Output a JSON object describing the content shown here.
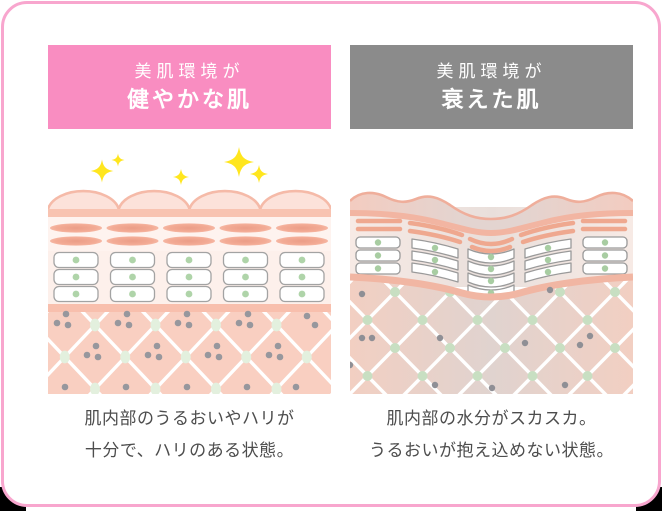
{
  "card": {
    "type": "skin-condition-comparison-infographic",
    "border_color": "#f8a6ce",
    "background_color": "#ffffff"
  },
  "columns": [
    {
      "id": "healthy-skin",
      "header": {
        "line1": "美肌環境が",
        "line2": "健やかな肌"
      },
      "header_bg_color": "#f98dc1",
      "header_text_color": "#ffffff",
      "caption": {
        "line1": "肌内部のうるおいやハリが",
        "line2": "十分で、ハリのある状態。"
      },
      "illustration": "skin cross-section, smooth plump surface with sparkles, dense moisture cells and collagen lattice"
    },
    {
      "id": "weakened-skin",
      "header": {
        "line1": "美肌環境が",
        "line2": "衰えた肌"
      },
      "header_bg_color": "#8b8b8b",
      "header_text_color": "#ffffff",
      "caption": {
        "line1": "肌内部の水分がスカスカ。",
        "line2": "うるおいが抱え込めない状態。"
      },
      "illustration": "skin cross-section, sagging collapsed surface, warped cells, sparse moisture in lattice"
    }
  ],
  "colors": {
    "sparkle_yellow": "#ffe61e",
    "skin_surface_fill": "#fce2da",
    "skin_surface_stroke": "#f5baa8",
    "salmon_band": "#f8c3b1",
    "collagen_ellipse": "#f2a68e",
    "cell_dot_green": "#afd4a9",
    "lattice_background": "#f9cfc1",
    "lattice_node_green": "#e3f0de",
    "moisture_dot_gray": "#97979d",
    "weakened_gray_tone": "#e3d4d0",
    "caption_text": "#4d4d4d"
  }
}
